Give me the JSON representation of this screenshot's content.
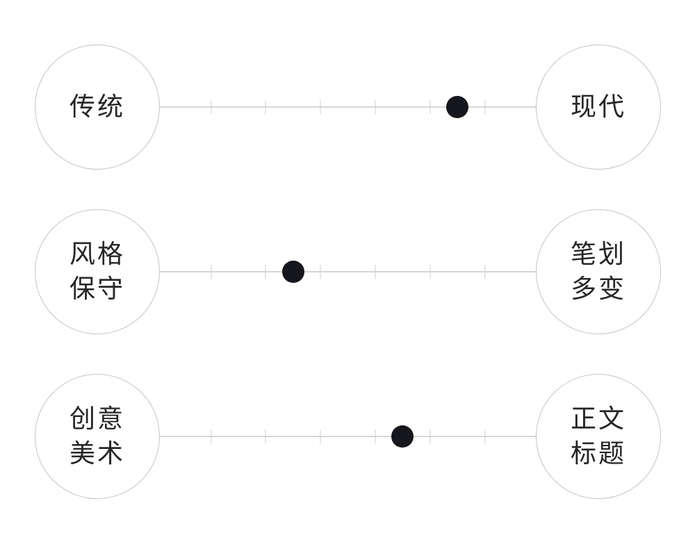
{
  "scales": [
    {
      "left_lines": [
        "传统"
      ],
      "right_lines": [
        "现代"
      ],
      "steps": 7,
      "position": 5
    },
    {
      "left_lines": [
        "风格",
        "保守"
      ],
      "right_lines": [
        "笔划",
        "多变"
      ],
      "steps": 7,
      "position": 2
    },
    {
      "left_lines": [
        "创意",
        "美术"
      ],
      "right_lines": [
        "正文",
        "标题"
      ],
      "steps": 7,
      "position": 4
    }
  ],
  "colors": {
    "marker": "#16161d",
    "track": "#d6d6d6",
    "circle_border": "#c4c4c4",
    "text": "#262626"
  }
}
